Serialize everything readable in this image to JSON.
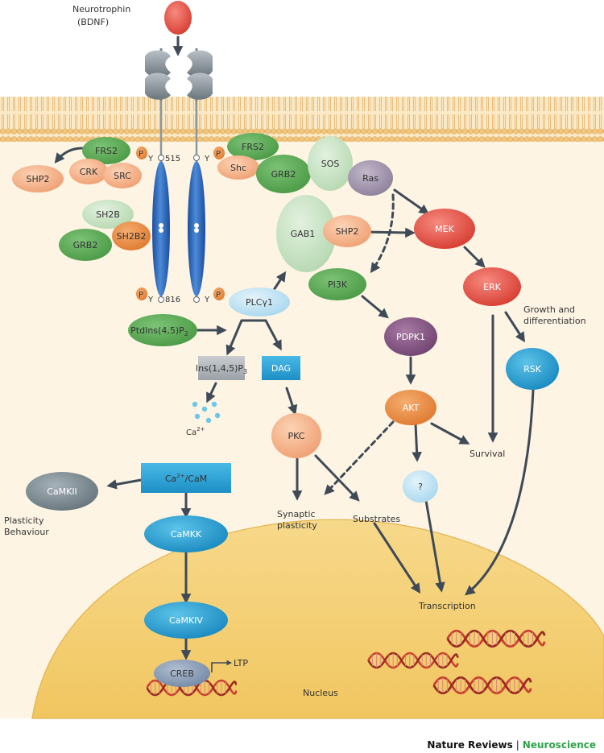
{
  "labels": {
    "neurotrophin": "Neurotrophin",
    "bdnf": "(BDNF)",
    "frs2_left": "FRS2",
    "shp2_left": "SHP2",
    "crk": "CRK",
    "src": "SRC",
    "p": "P",
    "y": "Y",
    "y515": "515",
    "y816": "816",
    "frs2_right": "FRS2",
    "shc": "Shc",
    "grb2_right": "GRB2",
    "sos": "SOS",
    "ras": "Ras",
    "sh2b": "SH2B",
    "sh2b2": "SH2B2",
    "grb2_left": "GRB2",
    "gab1": "GAB1",
    "shp2_right": "SHP2",
    "mek": "MEK",
    "pi3k": "PI3K",
    "erk": "ERK",
    "plcg1": "PLCγ1",
    "ptdins_main": "PtdIns(4,5)P",
    "ptdins_sub": "2",
    "growth1": "Growth and",
    "growth2": "differentiation",
    "ins_main": "Ins(1,4,5)P",
    "ins_sub": "3",
    "dag": "DAG",
    "pdpk1": "PDPK1",
    "rsk": "RSK",
    "ca_main": "Ca",
    "ca_sup": "2+",
    "pkc": "PKC",
    "akt": "AKT",
    "survival": "Survival",
    "cam_pre": "Ca",
    "cam_sup": "2+",
    "cam_post": "/CaM",
    "camkii": "CaMKII",
    "question": "?",
    "plasticity1": "Plasticity",
    "plasticity2": "Behaviour",
    "synaptic1": "Synaptic",
    "synaptic2": "plasticity",
    "substrates": "Substrates",
    "camkk": "CaMKK",
    "transcription": "Transcription",
    "camkiv": "CaMKIV",
    "creb": "CREB",
    "ltp": "LTP",
    "nucleus": "Nucleus"
  },
  "footer": {
    "journal": "Nature Reviews",
    "separator": "|",
    "section": "Neuroscience"
  },
  "colors": {
    "membrane_head": "#f2c57e",
    "cytoplasm": "#fdf4e4",
    "nucleus": "#f4cf72",
    "receptor_blue": "#2a64b6",
    "green_dark": "#52a64c",
    "green_light": "#c7e2c3",
    "salmon": "#f6b78e",
    "orange": "#eb8e45",
    "mauve": "#a69ab0",
    "red": "#e8574c",
    "purple": "#8a5a86",
    "cyan": "#2aa8d8",
    "grey": "#7d8b92",
    "brand_green": "#2ea24a"
  }
}
